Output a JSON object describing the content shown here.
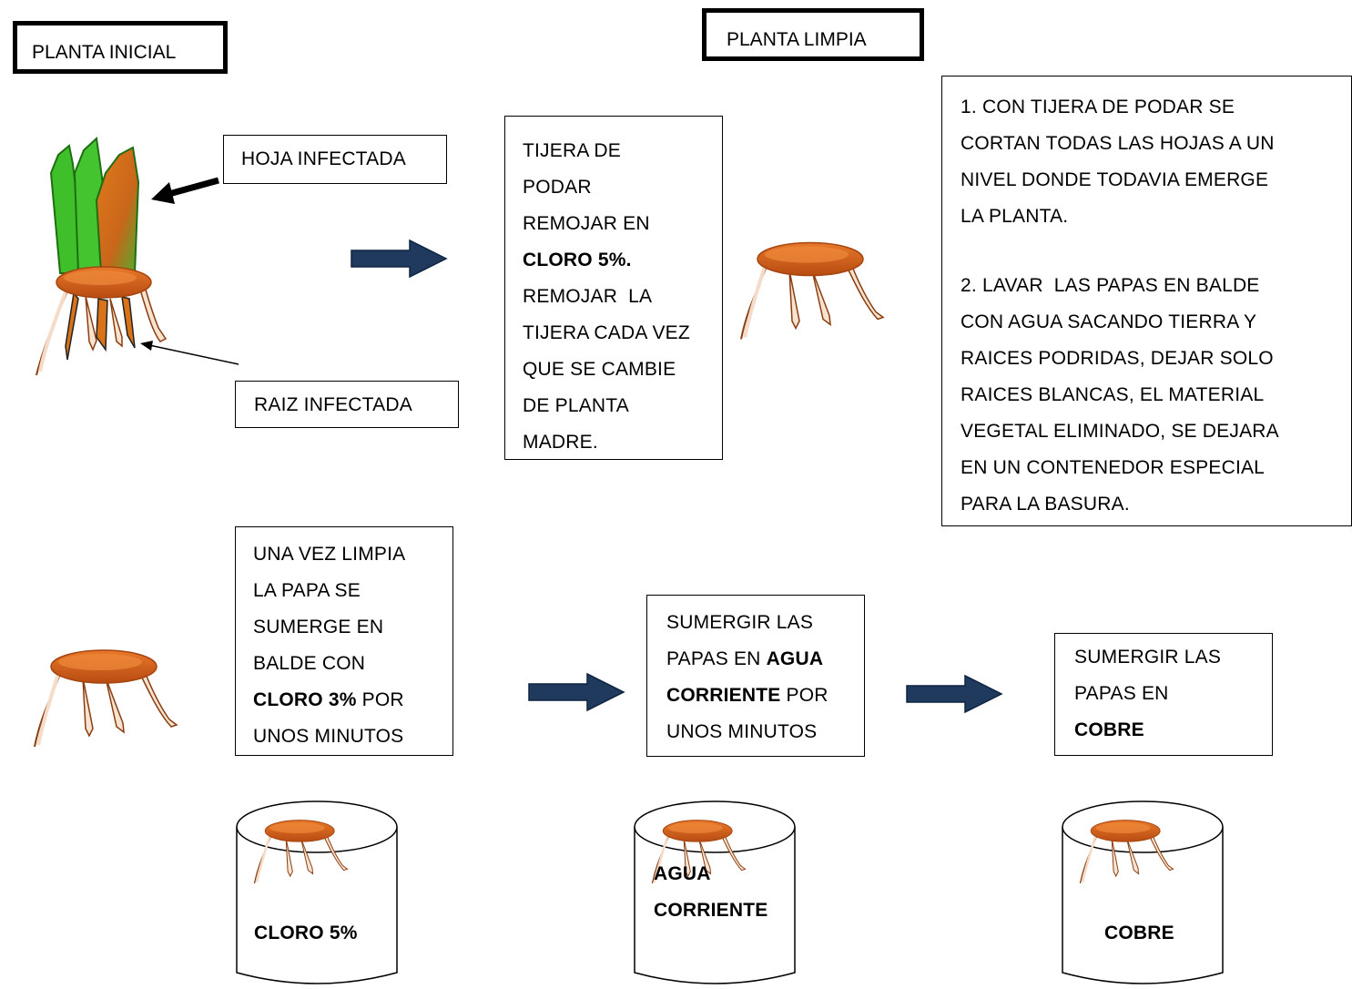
{
  "colors": {
    "leaf": "#3fbf2a",
    "leaf_dark": "#1f6e12",
    "infected": "#d9731a",
    "tuber": "#d8641c",
    "tuber_edge": "#a54510",
    "root": "#f4dcc8",
    "arrow": "#1f3a5c"
  },
  "titles": {
    "initial": "PLANTA INICIAL",
    "clean": "PLANTA LIMPIA"
  },
  "labels": {
    "leaf": "HOJA INFECTADA",
    "root": "RAIZ INFECTADA"
  },
  "scissors_box": {
    "line1": "TIJERA DE",
    "line2": "PODAR",
    "line3": "REMOJAR EN",
    "line4_bold": "CLORO 5%.",
    "line5": "REMOJAR  LA",
    "line6": "TIJERA CADA VEZ",
    "line7": "QUE SE CAMBIE",
    "line8": "DE PLANTA",
    "line9": "MADRE."
  },
  "instructions": {
    "step1_lines": [
      "1. CON TIJERA DE PODAR SE",
      "CORTAN TODAS LAS HOJAS A UN",
      "NIVEL DONDE TODAVIA EMERGE",
      "LA PLANTA."
    ],
    "step2_lines": [
      "2. LAVAR  LAS PAPAS EN BALDE",
      "CON AGUA SACANDO TIERRA Y",
      "RAICES PODRIDAS, DEJAR SOLO",
      "RAICES BLANCAS, EL MATERIAL",
      "VEGETAL ELIMINADO, SE DEJARA",
      "EN UN CONTENEDOR ESPECIAL",
      "PARA LA BASURA."
    ]
  },
  "chlorine_box": {
    "line1": "UNA VEZ LIMPIA",
    "line2": "LA PAPA SE",
    "line3": "SUMERGE EN",
    "line4": "BALDE CON",
    "line5_bold": "CLORO 3%",
    "line5_rest": " POR",
    "line6": "UNOS MINUTOS"
  },
  "water_box": {
    "line1": "SUMERGIR LAS",
    "line2_pre": "PAPAS EN ",
    "line2_bold": "AGUA",
    "line3_bold": "CORRIENTE",
    "line3_rest": " POR",
    "line4": "UNOS MINUTOS"
  },
  "copper_box": {
    "line1": "SUMERGIR LAS",
    "line2": "PAPAS EN",
    "line3_bold": "COBRE"
  },
  "buckets": {
    "b1": "CLORO 5%",
    "b2_line1": "AGUA",
    "b2_line2": "CORRIENTE",
    "b3": "COBRE"
  }
}
